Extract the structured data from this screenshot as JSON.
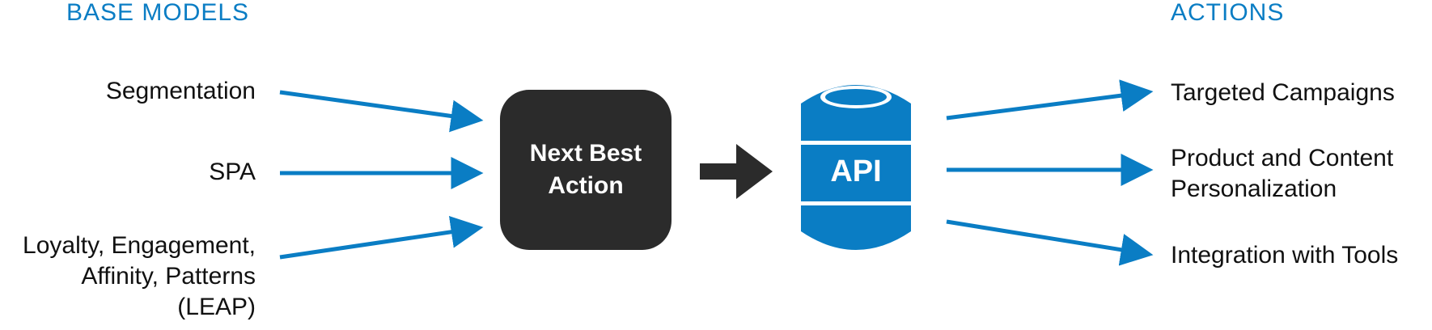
{
  "headings": {
    "left": "BASE MODELS",
    "right": "ACTIONS"
  },
  "inputs": [
    "Segmentation",
    "SPA",
    "Loyalty, Engagement,\nAffinity, Patterns\n(LEAP)"
  ],
  "center": {
    "label": "Next Best Action",
    "api_label": "API"
  },
  "outputs": [
    "Targeted Campaigns",
    "Product and Content\nPersonalization",
    "Integration with Tools"
  ],
  "colors": {
    "accent_blue": "#0a7dc4",
    "dark_box": "#2b2b2b",
    "text": "#111111"
  },
  "icons": {
    "api": "database-icon",
    "process_arrow": "arrow-right-icon"
  }
}
